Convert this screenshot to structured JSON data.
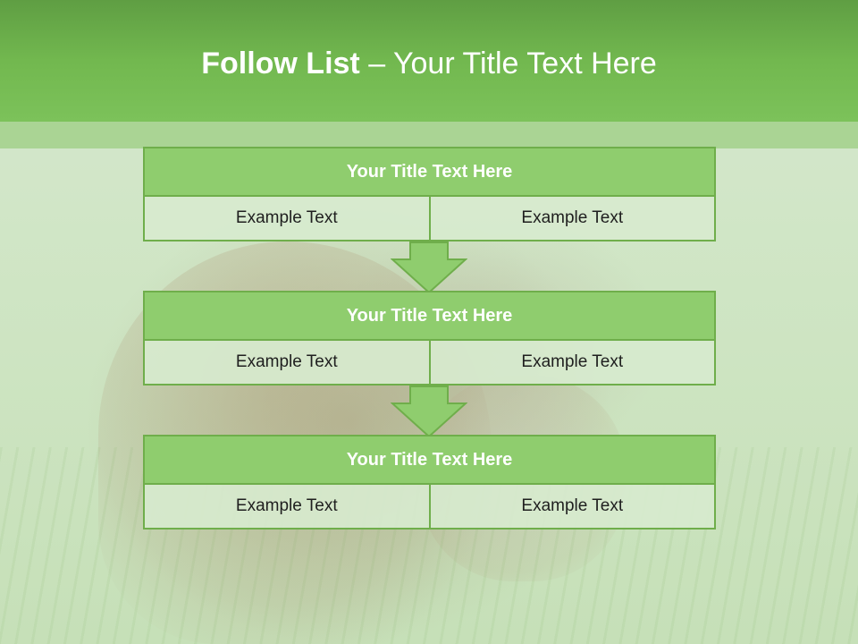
{
  "header": {
    "title_bold": "Follow List",
    "title_rest": " – Your Title Text Here"
  },
  "blocks": [
    {
      "title": "Your Title Text Here",
      "left": "Example Text",
      "right": "Example Text"
    },
    {
      "title": "Your Title Text Here",
      "left": "Example Text",
      "right": "Example Text"
    },
    {
      "title": "Your Title Text Here",
      "left": "Example Text",
      "right": "Example Text"
    }
  ],
  "colors": {
    "header_green": "#72b84f",
    "block_header": "#8fcd6e",
    "border_green": "#6fae4b",
    "cell_fill": "#d7eace",
    "title_text": "#ffffff"
  },
  "icons": [
    "down-arrow-icon"
  ]
}
